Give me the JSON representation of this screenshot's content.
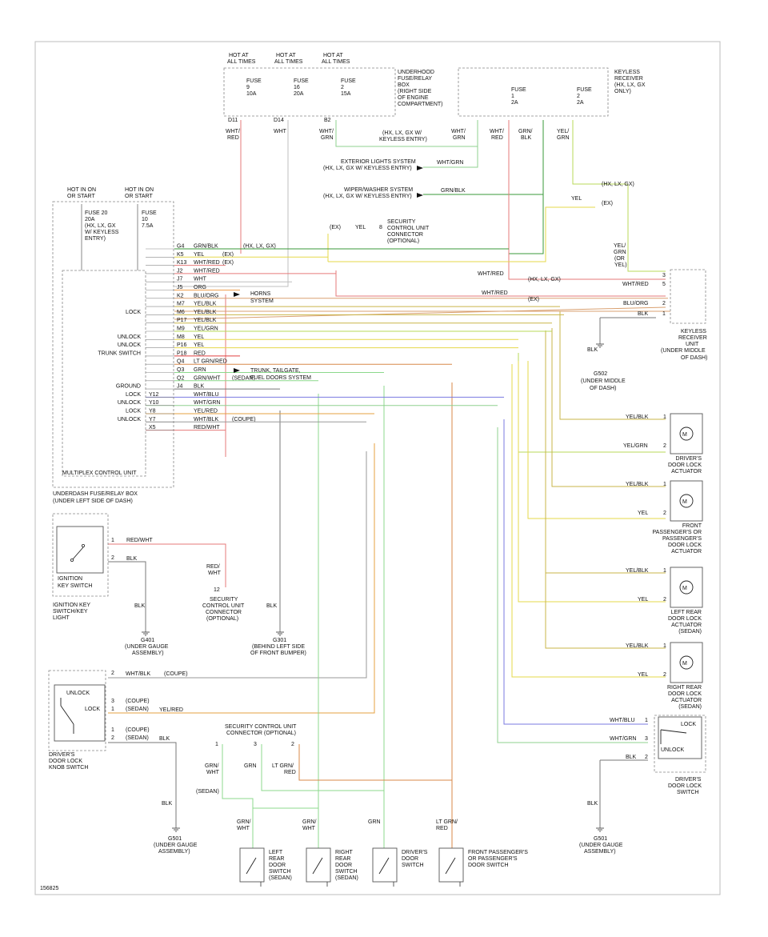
{
  "colors": {
    "red_wht": "#e67a7a",
    "wht": "#bfbfbf",
    "wht_grn": "#8fd08f",
    "wht_red": "#e67a7a",
    "grn_blk": "#3a9a3a",
    "yel_grn": "#b8d85a",
    "yel": "#e6d84a",
    "blu_org": "#d9a070",
    "yel_blk": "#c9b54a",
    "wht_blu": "#7a7ae0",
    "red": "#e04040",
    "lt_grn_red": "#d8884a",
    "grn": "#8cd88c",
    "blk": "#777777",
    "grn_wht": "#8cd88c",
    "yel_red": "#e6a040",
    "org": "#f0a050"
  },
  "figure_id": "156825",
  "underhood": {
    "fuses": [
      {
        "hot": [
          "HOT AT",
          "ALL TIMES"
        ],
        "label": [
          "FUSE",
          "9",
          "10A"
        ],
        "pin": "D11",
        "wire": [
          "WHT/",
          "RED"
        ]
      },
      {
        "hot": [
          "HOT AT",
          "ALL TIMES"
        ],
        "label": [
          "FUSE",
          "16",
          "20A"
        ],
        "pin": "D14",
        "wire": [
          "WHT"
        ]
      },
      {
        "hot": [
          "HOT AT",
          "ALL TIMES"
        ],
        "label": [
          "FUSE",
          "2",
          "15A"
        ],
        "pin": "B2",
        "wire": [
          "WHT/",
          "GRN"
        ]
      }
    ],
    "title": [
      "UNDERHOOD",
      "FUSE/RELAY",
      "BOX",
      "(RIGHT SIDE",
      "OF ENGINE",
      "COMPARTMENT)"
    ]
  },
  "keyless_box": {
    "title": [
      "KEYLESS",
      "RECEIVER",
      "(HX, LX, GX",
      "ONLY)"
    ],
    "fuses": [
      {
        "label": [
          "FUSE",
          "1",
          "2A"
        ]
      },
      {
        "label": [
          "FUSE",
          "2",
          "2A"
        ]
      }
    ],
    "wires_top": [
      [
        "WHT/",
        "GRN"
      ],
      [
        "WHT/",
        "RED"
      ],
      [
        "GRN/",
        "BLK"
      ],
      [
        "YEL/",
        "GRN"
      ]
    ],
    "note_kb": [
      "(HX, LX, GX W/",
      "KEYLESS ENTRY)"
    ]
  },
  "systems": {
    "exterior": {
      "wire": "WHT/GRN",
      "text": [
        "EXTERIOR LIGHTS SYSTEM",
        "(HX, LX, GX W/ KEYLESS ENTRY)"
      ]
    },
    "wiper": {
      "wire": "GRN/BLK",
      "text": [
        "WIPER/WASHER SYSTEM",
        "(HX, LX, GX W/ KEYLESS ENTRY)"
      ]
    },
    "horns": [
      "HORNS",
      "SYSTEM"
    ],
    "trunk": [
      "TRUNK, TAILGATE,",
      "FUEL DOORS SYSTEM"
    ]
  },
  "right_notes": {
    "hxlxgx": "(HX, LX, GX)",
    "ex": "(EX)",
    "yel": "YEL",
    "yelgrn": [
      "YEL/",
      "GRN",
      "(OR",
      "YEL)"
    ]
  },
  "security_top": {
    "ex": "(EX)",
    "yel": "YEL",
    "pin": "8",
    "text": [
      "SECURITY",
      "CONTROL UNIT",
      "CONNECTOR",
      "(OPTIONAL)"
    ]
  },
  "underdash": {
    "hot": [
      [
        "HOT IN ON",
        "OR START"
      ],
      [
        "HOT IN ON",
        "OR START"
      ]
    ],
    "fuse20": [
      "FUSE 20",
      "20A",
      "(HX, LX, GX",
      "W/ KEYLESS",
      "ENTRY)"
    ],
    "fuse10": [
      "FUSE",
      "10",
      "7.5A"
    ],
    "mcu_label": "MULTIPLEX CONTROL UNIT",
    "title": [
      "UNDERDASH FUSE/RELAY BOX",
      "(UNDER LEFT SIDE OF DASH)"
    ]
  },
  "connectors": [
    {
      "pin": "G4",
      "wire": "GRN/BLK",
      "note": "(HX, LX, GX)",
      "func": ""
    },
    {
      "pin": "K5",
      "wire": "YEL",
      "note": "(EX)",
      "func": ""
    },
    {
      "pin": "K13",
      "wire": "WHT/RED",
      "note": "(EX)",
      "func": ""
    },
    {
      "pin": "J2",
      "wire": "WHT/RED",
      "note": "",
      "func": ""
    },
    {
      "pin": "J7",
      "wire": "WHT",
      "note": "",
      "func": ""
    },
    {
      "pin": "J5",
      "wire": "ORG",
      "note": "",
      "func": ""
    },
    {
      "pin": "K2",
      "wire": "BLU/ORG",
      "note": "",
      "func": ""
    },
    {
      "pin": "M7",
      "wire": "YEL/BLK",
      "note": "",
      "func": ""
    },
    {
      "pin": "M6",
      "wire": "YEL/BLK",
      "note": "",
      "func": "LOCK"
    },
    {
      "pin": "P17",
      "wire": "YEL/BLK",
      "note": "",
      "func": ""
    },
    {
      "pin": "M9",
      "wire": "YEL/GRN",
      "note": "",
      "func": ""
    },
    {
      "pin": "M8",
      "wire": "YEL",
      "note": "",
      "func": "UNLOCK"
    },
    {
      "pin": "P16",
      "wire": "YEL",
      "note": "",
      "func": "UNLOCK"
    },
    {
      "pin": "P18",
      "wire": "RED",
      "note": "",
      "func": "TRUNK SWITCH"
    },
    {
      "pin": "Q4",
      "wire": "LT GRN/RED",
      "note": "",
      "func": ""
    },
    {
      "pin": "Q3",
      "wire": "GRN",
      "note": "",
      "func": ""
    },
    {
      "pin": "Q2",
      "wire": "GRN/WHT",
      "note": "(SEDAN)",
      "func": ""
    },
    {
      "pin": "J4",
      "wire": "BLK",
      "note": "",
      "func": "GROUND"
    },
    {
      "pin": "Y12",
      "wire": "WHT/BLU",
      "note": "",
      "func": "LOCK"
    },
    {
      "pin": "Y10",
      "wire": "WHT/GRN",
      "note": "",
      "func": "UNLOCK"
    },
    {
      "pin": "Y8",
      "wire": "YEL/RED",
      "note": "",
      "func": "LOCK"
    },
    {
      "pin": "Y7",
      "wire": "WHT/BLK",
      "note": "(COUPE)",
      "func": "UNLOCK"
    },
    {
      "pin": "X5",
      "wire": "RED/WHT",
      "note": "",
      "func": ""
    }
  ],
  "keyless_unit": {
    "pins": [
      {
        "num": "3",
        "wire": ""
      },
      {
        "num": "5",
        "wire": "WHT/RED"
      },
      {
        "num": "2",
        "wire": "BLU/ORG"
      },
      {
        "num": "1",
        "wire": "BLK"
      }
    ],
    "wht_red_left": "WHT/RED",
    "note_hx": "(HX, LX, GX)",
    "wht_red_ex": "WHT/RED",
    "note_ex": "(EX)",
    "title": [
      "KEYLESS",
      "RECEIVER",
      "UNIT",
      "(UNDER MIDDLE",
      "OF DASH)"
    ],
    "ground": {
      "wire": "BLK",
      "name": [
        "G502",
        "(UNDER MIDDLE",
        "OF DASH)"
      ]
    }
  },
  "actuators": [
    {
      "w1": "YEL/BLK",
      "w2": "YEL/GRN",
      "label": [
        "DRIVER'S",
        "DOOR LOCK",
        "ACTUATOR"
      ]
    },
    {
      "w1": "YEL/BLK",
      "w2": "YEL",
      "label": [
        "FRONT",
        "PASSENGER'S OR",
        "PASSENGER'S",
        "DOOR LOCK",
        "ACTUATOR"
      ]
    },
    {
      "w1": "YEL/BLK",
      "w2": "YEL",
      "label": [
        "LEFT REAR",
        "DOOR LOCK",
        "ACTUATOR",
        "(SEDAN)"
      ]
    },
    {
      "w1": "YEL/BLK",
      "w2": "YEL",
      "label": [
        "RIGHT REAR",
        "DOOR LOCK",
        "ACTUATOR",
        "(SEDAN)"
      ]
    }
  ],
  "ignition": {
    "pins": [
      {
        "num": "1",
        "wire": "RED/WHT"
      },
      {
        "num": "2",
        "wire": "BLK"
      }
    ],
    "switch_label": [
      "IGNITION",
      "KEY SWITCH"
    ],
    "label": [
      "IGNITION KEY",
      "SWITCH/KEY",
      "LIGHT"
    ],
    "ground_wire": "BLK",
    "ground": [
      "G401",
      "(UNDER GAUGE",
      "ASSEMBLY)"
    ]
  },
  "sec_mid": {
    "wire": [
      "RED/",
      "WHT"
    ],
    "pin": "12",
    "label": [
      "SECURITY",
      "CONTROL UNIT",
      "CONNECTOR",
      "(OPTIONAL)"
    ]
  },
  "g301": {
    "wire": "BLK",
    "label": [
      "G301",
      "(BEHIND LEFT SIDE",
      "OF FRONT BUMPER)"
    ]
  },
  "knob": {
    "pin_coupe2": "2",
    "wire_coupe2": "WHT/BLK",
    "note_coupe2": "(COUPE)",
    "unlock": "UNLOCK",
    "lock": "LOCK",
    "rows": [
      {
        "num": "3",
        "note": "(COUPE)"
      },
      {
        "num": "1",
        "note": "(SEDAN)"
      },
      {
        "num": "1",
        "note": "(COUPE)"
      },
      {
        "num": "2",
        "note": "(SEDAN)"
      }
    ],
    "yelred": "YEL/RED",
    "blk": "BLK",
    "blk2": "BLK",
    "label": [
      "DRIVER'S",
      "DOOR LOCK",
      "KNOB SWITCH"
    ],
    "ground": [
      "G501",
      "(UNDER GAUGE",
      "ASSEMBLY)"
    ]
  },
  "door_lock_switch": {
    "pins": [
      {
        "num": "1",
        "wire": "WHT/BLU"
      },
      {
        "num": "3",
        "wire": "WHT/GRN"
      },
      {
        "num": "2",
        "wire": "BLK"
      }
    ],
    "lock": "LOCK",
    "unlock": "UNLOCK",
    "label": [
      "DRIVER'S",
      "DOOR LOCK",
      "SWITCH"
    ],
    "ground_wire": "BLK",
    "ground": [
      "G501",
      "(UNDER GAUGE",
      "ASSEMBLY)"
    ]
  },
  "sec_bottom": {
    "title": [
      "SECURITY CONTROL UNIT",
      "CONNECTOR (OPTIONAL)"
    ],
    "pins": [
      "1",
      "3",
      "2"
    ],
    "wires": [
      [
        "GRN/",
        "WHT"
      ],
      [
        "GRN"
      ],
      [
        "LT GRN/",
        "RED"
      ]
    ],
    "sedan": "(SEDAN)"
  },
  "door_switches": [
    {
      "wire": [
        "GRN/",
        "WHT"
      ],
      "label": [
        "LEFT",
        "REAR",
        "DOOR",
        "SWITCH",
        "(SEDAN)"
      ]
    },
    {
      "wire": [
        "GRN/",
        "WHT"
      ],
      "label": [
        "RIGHT",
        "REAR",
        "DOOR",
        "SWITCH",
        "(SEDAN)"
      ]
    },
    {
      "wire": [
        "GRN"
      ],
      "label": [
        "DRIVER'S",
        "DOOR",
        "SWITCH"
      ]
    },
    {
      "wire": [
        "LT GRN/",
        "RED"
      ],
      "label": [
        "FRONT PASSENGER'S",
        "OR PASSENGER'S",
        "DOOR SWITCH"
      ]
    }
  ]
}
